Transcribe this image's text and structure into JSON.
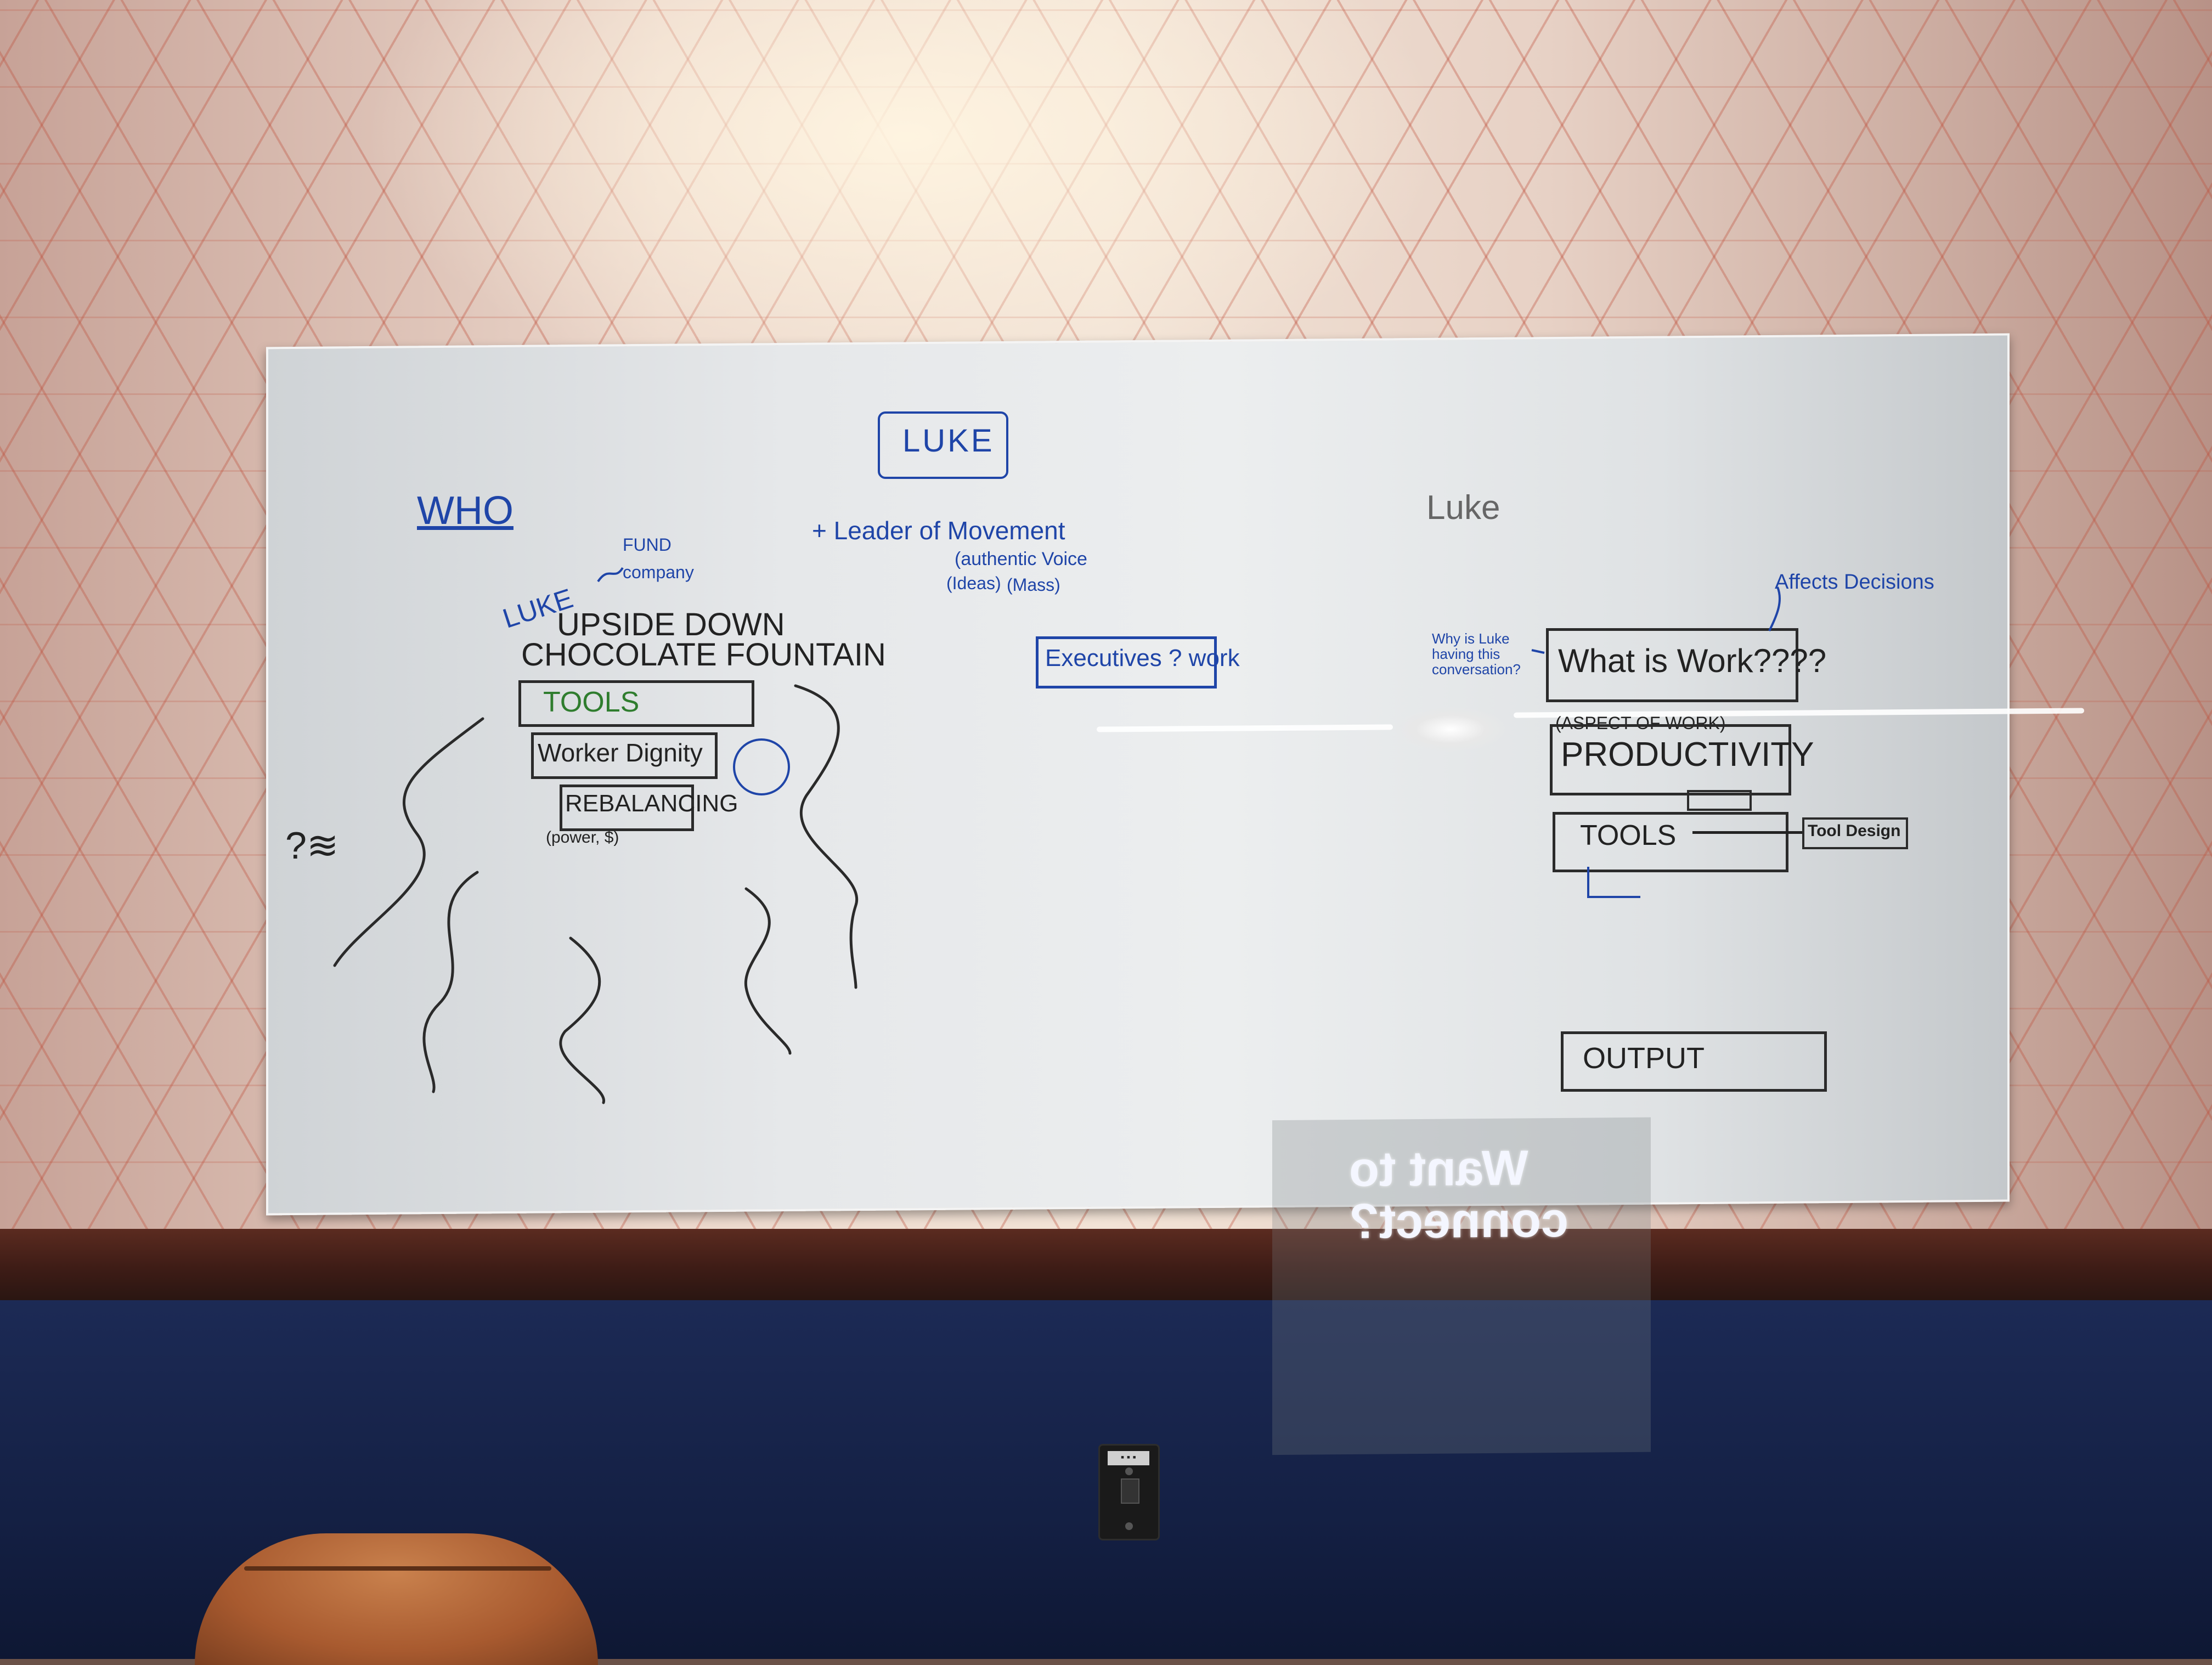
{
  "board": {
    "title_center": "LUKE",
    "title_right": "Luke",
    "left": {
      "header": "WHO",
      "luke": "LUKE",
      "fund": "FUND",
      "company": "company",
      "upside_down": "UPSIDE DOWN",
      "chocolate": "CHOCOLATE FOUNTAIN",
      "tools": "TOOLS",
      "worker": "Worker Dignity",
      "rebalancing": "REBALANCING",
      "power": "(power, $)",
      "scribble": "?≋"
    },
    "center": {
      "leader": "+ Leader of Movement",
      "voice": "(authentic Voice",
      "ideas": "(Ideas)",
      "mass": "(Mass)",
      "executives": "Executives ? work"
    },
    "right": {
      "affects": "Affects Decisions",
      "why": "Why is Luke having this conversation?",
      "what_is_work": "What is Work????",
      "aspect": "(ASPECT OF WORK)",
      "productivity": "PRODUCTIVITY",
      "tools": "TOOLS",
      "tool_design": "Tool Design",
      "output": "OUTPUT"
    },
    "reflection": {
      "line1": "Want to",
      "line2": "connect?"
    }
  },
  "colors": {
    "blue_marker": "#1f45a8",
    "black_marker": "#222222",
    "green_marker": "#2f7d2e",
    "wall_pattern": "#be503c",
    "lower_wall": "#1c2a55"
  }
}
